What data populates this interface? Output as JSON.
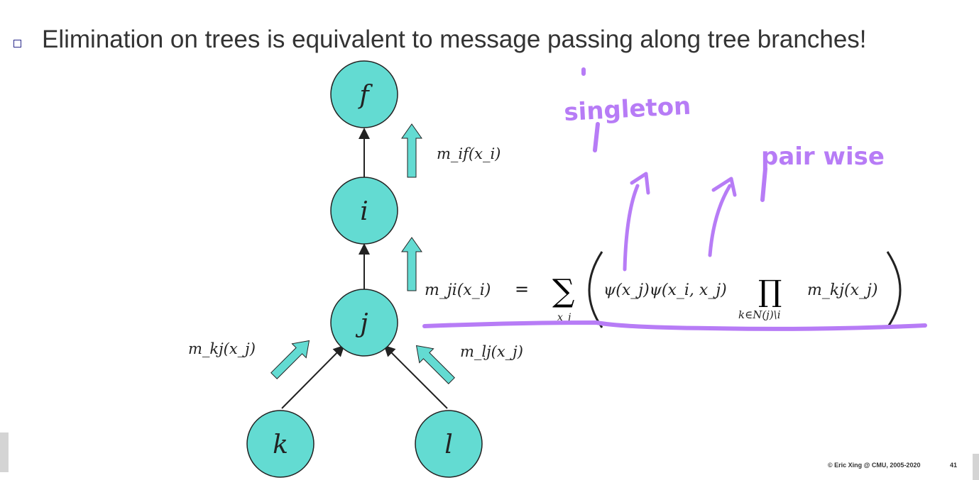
{
  "slide": {
    "bullet_text": "Elimination on trees is equivalent to message passing along tree branches!",
    "footer": "© Eric Xing @ CMU, 2005-2020",
    "page_number": "41"
  },
  "tree": {
    "nodes": [
      "f",
      "i",
      "j",
      "k",
      "l"
    ],
    "messages": {
      "if": "m_if(x_i)",
      "kj": "m_kj(x_j)",
      "lj": "m_lj(x_j)"
    }
  },
  "equation": {
    "lhs": "m_ji(x_i)",
    "equals": "=",
    "sum_symbol": "∑",
    "sum_sub": "x_j",
    "body": "ψ(x_j)ψ(x_i, x_j)",
    "prod_symbol": "∏",
    "prod_sub": "k∈N(j)\\i",
    "tail": "m_kj(x_j)"
  },
  "annotations": {
    "singleton": "singleton",
    "pairwise": "pair wise"
  },
  "colors": {
    "node": "#63dbd2",
    "annotation": "#b77cf6"
  }
}
